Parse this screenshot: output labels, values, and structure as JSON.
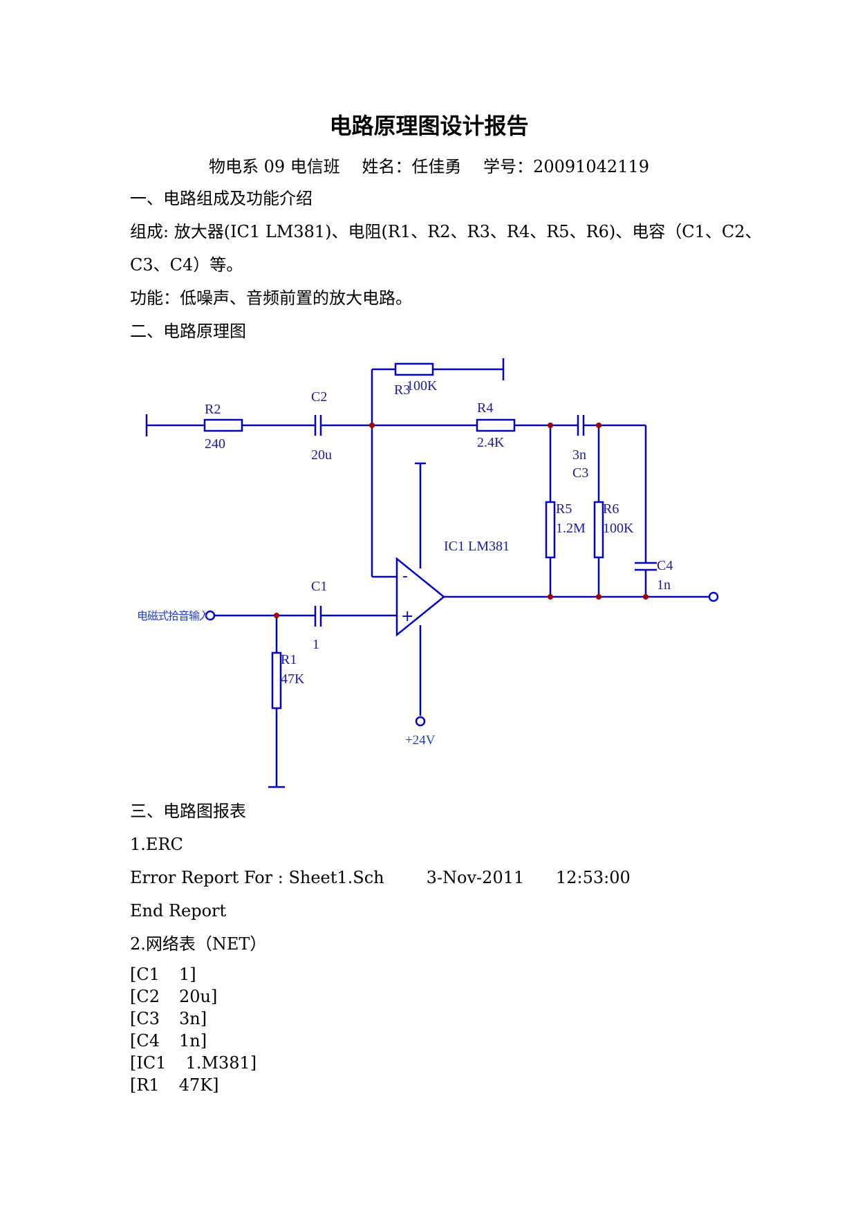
{
  "title": "电路原理图设计报告",
  "subtitle": {
    "class": "物电系 09 电信班",
    "name": "姓名：任佳勇",
    "id": "学号：20091042119"
  },
  "section1": {
    "heading": "一、电路组成及功能介绍",
    "composition_1": "组成: 放大器(IC1 LM381)、电阻(R1、R2、R3、R4、R5、R6)、电容（C1、C2、",
    "composition_2": "C3、C4）等。",
    "function": "功能：低噪声、音频前置的放大电路。"
  },
  "section2": {
    "heading": "二、电路原理图"
  },
  "schematic": {
    "R2": "R2",
    "R2_val": "240",
    "C2": "C2",
    "C2_val": "20u",
    "R3": "R3",
    "R3_val": "100K",
    "R4": "R4",
    "R4_val": "2.4K",
    "C3": "C3",
    "C3_val": "3n",
    "R5": "R5",
    "R5_val": "1.2M",
    "R6": "R6",
    "R6_val": "100K",
    "C4": "C4",
    "C4_val": "1n",
    "IC1": "IC1  LM381",
    "C1": "C1",
    "C1_val": "1",
    "R1": "R1",
    "R1_val": "47K",
    "input_label": "电磁式拾音输入",
    "supply": "+24V",
    "minus": "-",
    "plus": "+"
  },
  "section3": {
    "heading": "三、电路图报表",
    "erc_title": "1.ERC",
    "erc_line": "Error Report For : Sheet1.Sch        3-Nov-2011      12:53:00",
    "erc_end": "End Report",
    "net_title": "2.网络表（NET）",
    "net": [
      {
        "ref": "[C1",
        "val": "1]"
      },
      {
        "ref": "[C2",
        "val": "20u]"
      },
      {
        "ref": "[C3",
        "val": "3n]"
      },
      {
        "ref": "[C4",
        "val": "1n]"
      },
      {
        "ref": "[IC1",
        "val": "1.M381]"
      },
      {
        "ref": "[R1",
        "val": "47K]"
      }
    ]
  }
}
